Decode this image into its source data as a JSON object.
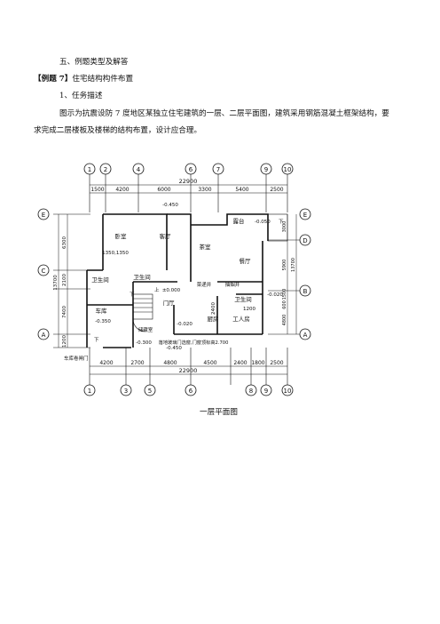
{
  "doc": {
    "section_heading": "五、例题类型及解答",
    "example_tag": "【例题 7】",
    "example_title": "住宅结构构件布置",
    "task_heading": "1、任务描述",
    "description_line1": "图示为抗震设防 7 度地区某独立住宅建筑的一层、二层平面图，建筑采用钢筋混凝土框架结构，要",
    "description_line2": "求完成二层楼板及楼梯的结构布置，设计应合理。",
    "caption": "一层平面图"
  },
  "plan": {
    "top_axes": [
      "1",
      "2",
      "4",
      "6",
      "7",
      "9",
      "10"
    ],
    "bottom_axes": [
      "1",
      "3",
      "5",
      "6",
      "8",
      "9",
      "10"
    ],
    "left_axes": [
      "E",
      "C",
      "A"
    ],
    "right_axes": [
      "E",
      "D",
      "B",
      "A"
    ],
    "total_top": "22900",
    "total_bottom": "22900",
    "top_dims": [
      "1500",
      "4200",
      "6000",
      "3300",
      "5400",
      "2500"
    ],
    "bottom_dims": [
      "4200",
      "2700",
      "4800",
      "4500",
      "2400",
      "1800",
      "2500"
    ],
    "left_total": "13700",
    "left_dims": [
      "6300",
      "2100",
      "7400",
      "1200"
    ],
    "right_dims": [
      "3000",
      "5900",
      "1500",
      "600",
      "4800"
    ],
    "right_total": "13700",
    "rooms": {
      "bedroom": "卧室",
      "living": "客厅",
      "tea": "茶室",
      "dining": "餐厅",
      "terrace": "露台",
      "bath1": "卫生间",
      "bath2": "卫生间",
      "bath3": "卫生间",
      "garage": "车库",
      "foyer": "门厅",
      "kitchen": "厨房",
      "servant": "工人房",
      "storage": "储藏室",
      "dumbwaiter": "菜递井",
      "flue": "抽烟井",
      "garage_door": "车库卷闸门",
      "glass_note": "落地玻璃门选窗,门窗顶标高2.700"
    },
    "levels": [
      "-0.450",
      "-0.050",
      "1350,1350",
      "±0.000",
      "-0.020",
      "-0.020",
      "-0.350",
      "-0.300",
      "-0.450"
    ],
    "small_dims": [
      "1200",
      "2400"
    ],
    "markers": [
      "下",
      "下",
      "上",
      "下"
    ]
  }
}
